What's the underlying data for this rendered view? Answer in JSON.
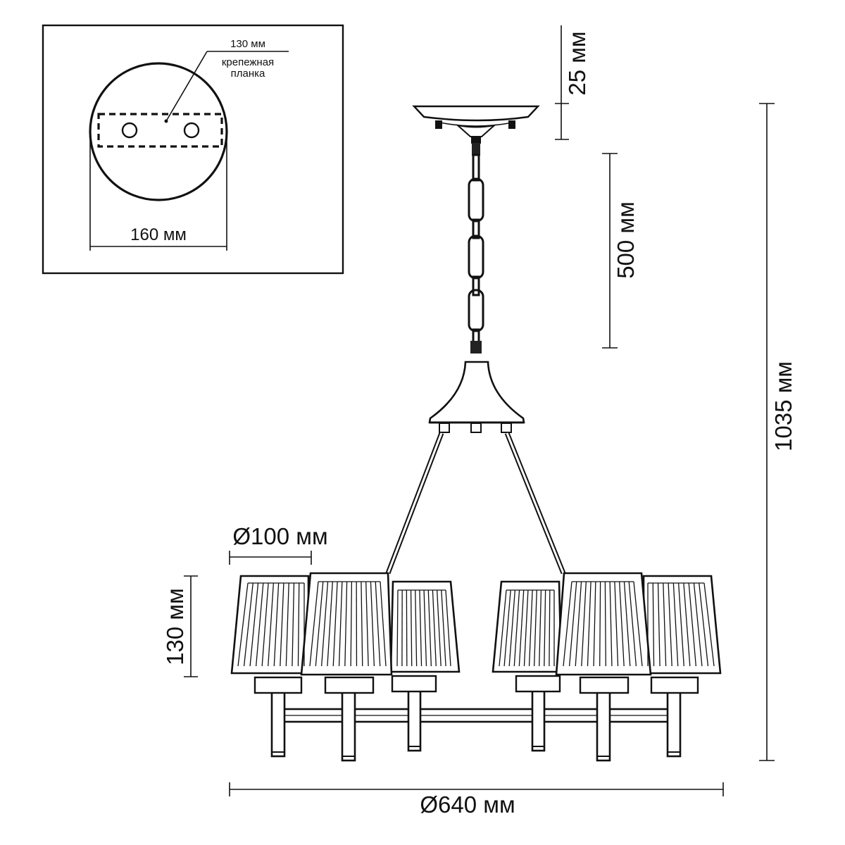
{
  "inset": {
    "plate_width_label": "130 мм",
    "plate_name_line1": "крепежная",
    "plate_name_line2": "планка",
    "canopy_diameter_label": "160 мм"
  },
  "dimensions": {
    "canopy_height": "25 мм",
    "chain_length": "500 мм",
    "total_height": "1035 мм",
    "shade_diameter": "Ø100 мм",
    "shade_height": "130 мм",
    "total_diameter": "Ø640 мм"
  }
}
